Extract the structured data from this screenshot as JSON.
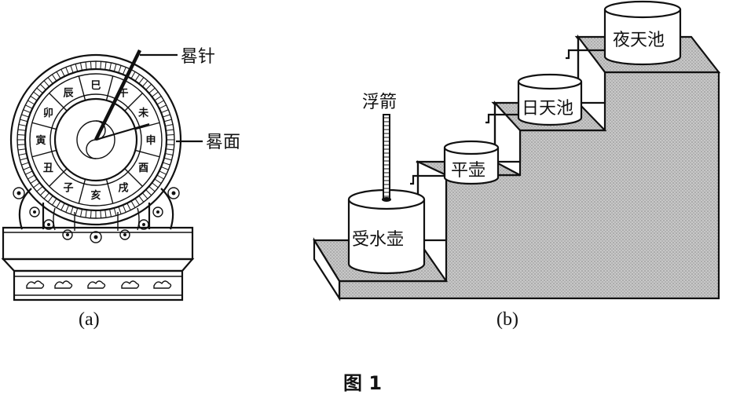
{
  "labels": {
    "gnomon": "晷针",
    "dial_face": "晷面",
    "float_rod": "浮箭",
    "receiving_pot": "受水壶",
    "level_pot": "平壶",
    "day_tank": "日天池",
    "night_tank": "夜天池"
  },
  "subcaptions": {
    "a": "(a)",
    "b": "(b)"
  },
  "caption": "图 1",
  "dial_hours": [
    "子",
    "丑",
    "寅",
    "卯",
    "辰",
    "巳",
    "午",
    "未",
    "申",
    "酉",
    "戌",
    "亥"
  ],
  "colors": {
    "ink": "#111111",
    "shade": "#bdbdbd",
    "paper": "#ffffff"
  }
}
